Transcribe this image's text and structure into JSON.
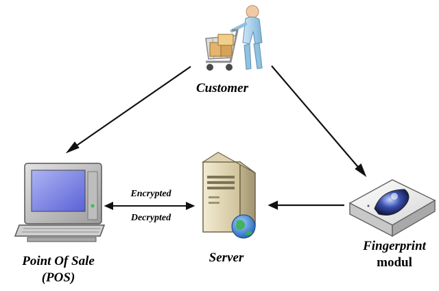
{
  "nodes": {
    "customer": {
      "label": "Customer"
    },
    "pos": {
      "label_line1": "Point Of Sale",
      "label_line2": "(POS)"
    },
    "server": {
      "label": "Server"
    },
    "fingerprint": {
      "label_line1": "Fingerprint",
      "label_line2": "modul"
    }
  },
  "links": {
    "pos_server": {
      "label_top": "Encrypted",
      "label_bottom": "Decrypted"
    }
  },
  "icons": {
    "customer": "shopping-cart-person-icon",
    "pos": "computer-terminal-icon",
    "server": "server-tower-icon",
    "fingerprint": "fingerprint-scanner-icon"
  }
}
